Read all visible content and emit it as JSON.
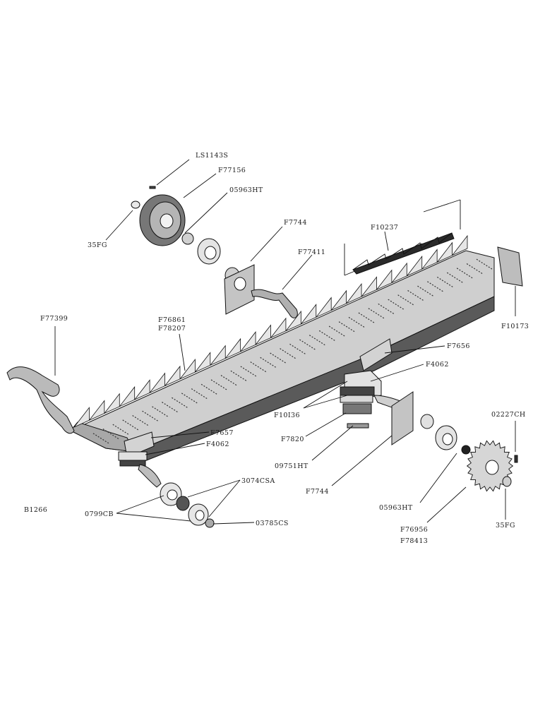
{
  "diagram": {
    "figure_id": "B1266",
    "parts": {
      "roll_pin": "LS1143S",
      "pulley": "F77156",
      "bearing_top": "05963HT",
      "washer_top": "35FG",
      "bracket_top": "F7744",
      "crank_top": "F77411",
      "knife_section": "F10237",
      "end_plate": "F10173",
      "crank_left": "F77399",
      "knife_a": "F76861",
      "knife_b": "F78207",
      "guide_right": "F7656",
      "block_right": "F4062",
      "pad": "F10I36",
      "shim": "F7820",
      "bolt": "09751HT",
      "bracket_bottom": "F7744",
      "bearing_bottom": "05963HT",
      "sprocket_a": "F76956",
      "sprocket_b": "F78413",
      "washer_bottom": "35FG",
      "key": "02227CH",
      "guide_left": "F7657",
      "block_left": "F4062",
      "bearing_set": "3074CSA",
      "bearing_cup": "0799CB",
      "nut": "03785CS"
    },
    "colors": {
      "ink": "#111111",
      "metal": "#d9d9d9",
      "shade": "#9a9a9a",
      "dark": "#4a4a4a"
    }
  }
}
